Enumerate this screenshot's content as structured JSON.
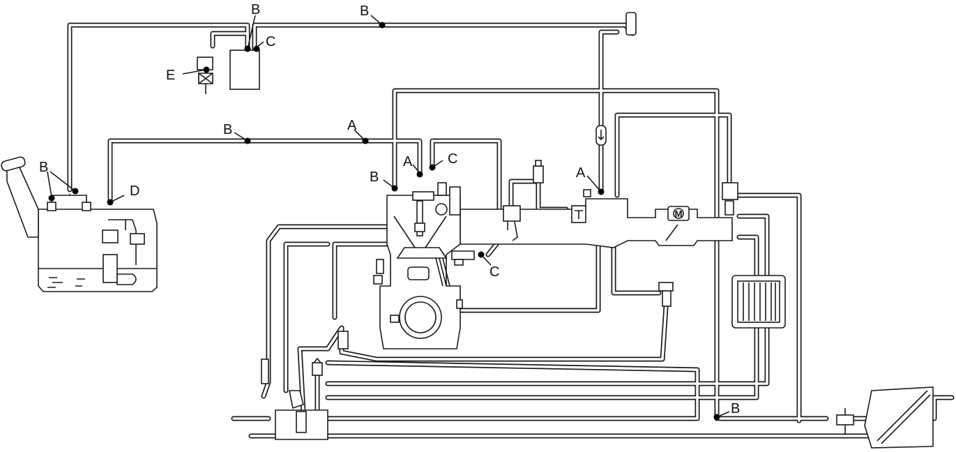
{
  "diagram": {
    "labels": {
      "a_left": "A",
      "a_right": "A",
      "a_mid": "A",
      "b_top": "B",
      "b_top_line": "B",
      "b_mid_line": "B",
      "b_tank": "B",
      "b_engine": "B",
      "b_bottom": "B",
      "c_canister": "C",
      "c_engine_top": "C",
      "c_engine_side": "C",
      "d_tank": "D",
      "e_valve": "E"
    },
    "motor_symbol": "M"
  }
}
